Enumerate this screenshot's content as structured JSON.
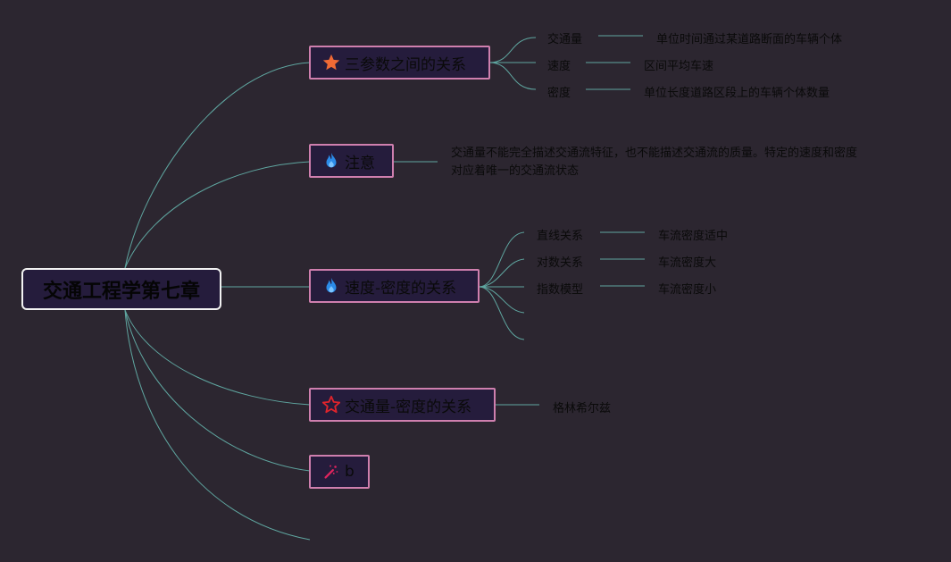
{
  "root": "交通工程学第七章",
  "colors": {
    "line": "#5fa6a0",
    "node_border": "#cf7fae",
    "node_bg": "#251c3c",
    "root_border": "#f2f2f2"
  },
  "branches": [
    {
      "label": "三参数之间的关系",
      "icon": "orange-star-icon",
      "children": [
        {
          "label": "交通量",
          "detail": "单位时间通过某道路断面的车辆个体"
        },
        {
          "label": "速度",
          "detail": "区间平均车速"
        },
        {
          "label": "密度",
          "detail": "单位长度道路区段上的车辆个体数量"
        }
      ]
    },
    {
      "label": "注意",
      "icon": "blue-flame-icon",
      "note_lines": [
        "交通量不能完全描述交通流特征，也不能描述交通流的质量。特定的速度和密度",
        "对应着唯一的交通流状态"
      ]
    },
    {
      "label": "速度-密度的关系",
      "icon": "blue-flame-icon",
      "children": [
        {
          "label": "直线关系",
          "detail": "车流密度适中"
        },
        {
          "label": "对数关系",
          "detail": "车流密度大"
        },
        {
          "label": "指数模型",
          "detail": "车流密度小"
        }
      ]
    },
    {
      "label": "交通量-密度的关系",
      "icon": "red-star-outline-icon",
      "children": [
        {
          "label": "格林希尔兹"
        }
      ]
    },
    {
      "label": "b",
      "icon": "magic-wand-icon"
    }
  ]
}
